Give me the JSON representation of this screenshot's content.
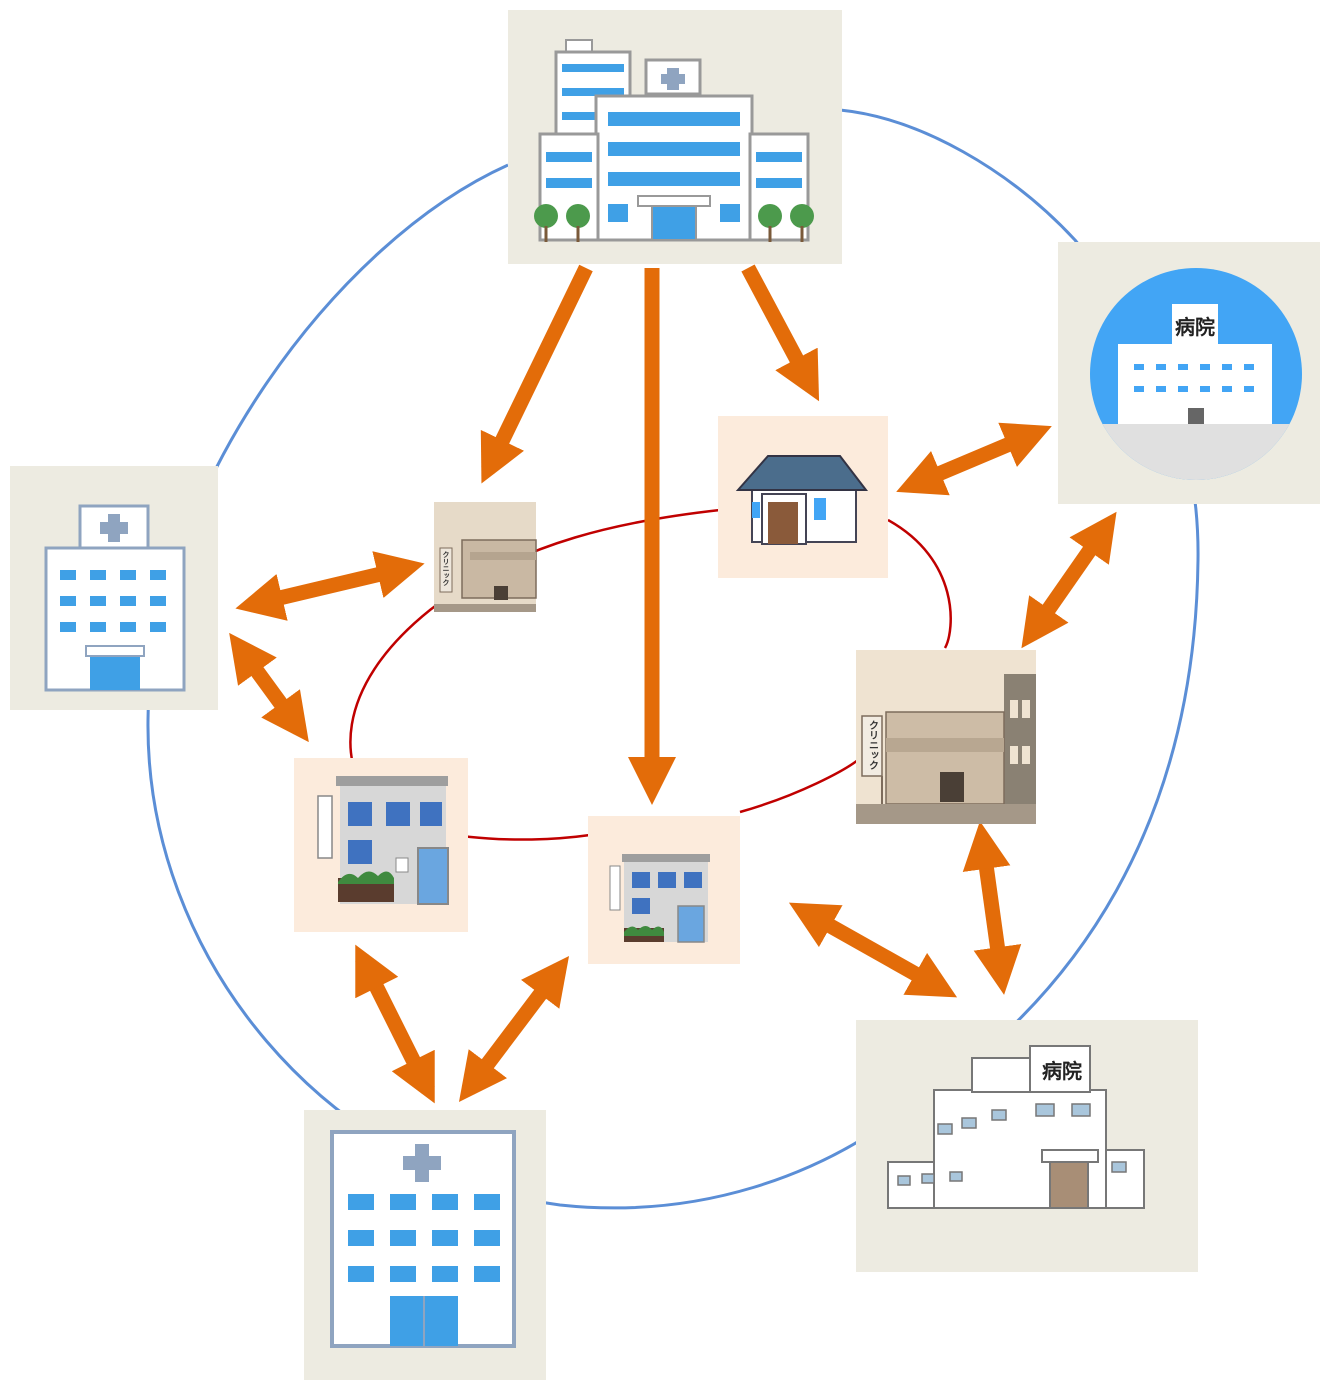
{
  "diagram": {
    "nodes": [
      {
        "id": "hub-hospital",
        "kind": "large hospital complex",
        "icon": "hospital-complex-icon"
      },
      {
        "id": "hospital-circle",
        "kind": "hospital in circle",
        "icon": "hospital-circle-icon",
        "sign": "病院"
      },
      {
        "id": "hospital-left",
        "kind": "hospital with cross",
        "icon": "hospital-cross-icon"
      },
      {
        "id": "hospital-bottom",
        "kind": "hospital with cross",
        "icon": "hospital-cross-icon"
      },
      {
        "id": "hospital-bottom-right",
        "kind": "hospital building",
        "icon": "hospital-building-icon",
        "sign": "病院"
      },
      {
        "id": "clinic-small",
        "kind": "clinic",
        "icon": "clinic-building-icon",
        "sign": "クリニック"
      },
      {
        "id": "clinic-house",
        "kind": "house clinic",
        "icon": "house-clinic-icon"
      },
      {
        "id": "clinic-large",
        "kind": "clinic",
        "icon": "clinic-building-icon",
        "sign": "クリニック"
      },
      {
        "id": "clinic-office-left",
        "kind": "small clinic office",
        "icon": "office-clinic-icon"
      },
      {
        "id": "clinic-office-center",
        "kind": "small clinic office",
        "icon": "office-clinic-icon"
      }
    ],
    "edges": [
      {
        "from": "hub-hospital",
        "to": "clinic-small",
        "type": "one-way"
      },
      {
        "from": "hub-hospital",
        "to": "clinic-office-center",
        "type": "one-way"
      },
      {
        "from": "hub-hospital",
        "to": "clinic-house",
        "type": "one-way"
      },
      {
        "from": "clinic-house",
        "to": "hospital-circle",
        "type": "two-way"
      },
      {
        "from": "hospital-circle",
        "to": "clinic-large",
        "type": "two-way"
      },
      {
        "from": "hospital-left",
        "to": "clinic-small",
        "type": "two-way"
      },
      {
        "from": "hospital-left",
        "to": "clinic-office-left",
        "type": "two-way"
      },
      {
        "from": "clinic-large",
        "to": "hospital-bottom-right",
        "type": "two-way"
      },
      {
        "from": "clinic-office-center",
        "to": "hospital-bottom-right",
        "type": "two-way"
      },
      {
        "from": "clinic-office-left",
        "to": "hospital-bottom",
        "type": "two-way"
      },
      {
        "from": "clinic-office-center",
        "to": "hospital-bottom",
        "type": "two-way"
      }
    ],
    "colors": {
      "arrow": "#e36c09",
      "outer_ring": "#5b8ed6",
      "inner_ring": "#c00000",
      "tile_hospital": "#edebe1",
      "tile_clinic": "#fcebdc",
      "window_blue": "#3fa0e6",
      "circle_blue": "#42a5f5"
    }
  }
}
